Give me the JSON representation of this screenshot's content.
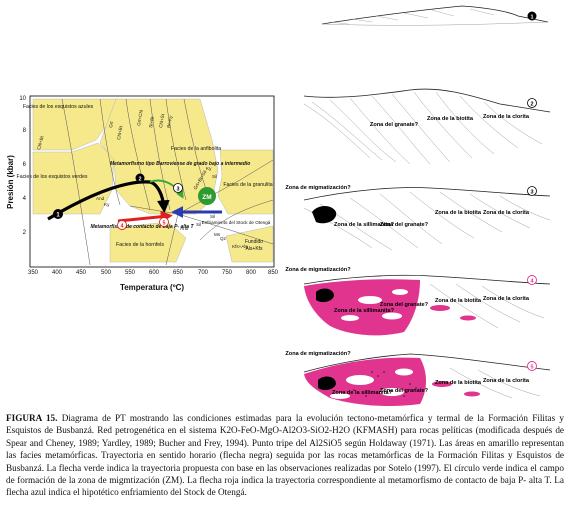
{
  "pt_diagram": {
    "axes": {
      "xlabel": "Temperatura (ºC)",
      "ylabel": "Presión (kbar)",
      "xticks": [
        "350",
        "400",
        "450",
        "500",
        "550",
        "600",
        "650",
        "700",
        "750",
        "800",
        "850"
      ],
      "yticks": [
        "2",
        "4",
        "6",
        "8",
        "10"
      ]
    },
    "facies": {
      "azules": "Facies de los esquistos azules",
      "verdes": "Facies de los esquistos verdes",
      "anfibolita": "Facies de la anfibolita",
      "granulita": "Facies de la granulita",
      "hornfels": "Facies de la hornfels"
    },
    "annotations": {
      "barroviense": "Metamorfismo tipo Barroviense de grado bajo a intermedio",
      "contacto": "Metamorfismo de contacto de baja P- alta T",
      "enfriamiento": "Enfriamiento del Stock de Otengá",
      "zm": "ZM",
      "fundido": "Fundido",
      "fundido2": "Als+Kfs"
    },
    "mineral_labels": [
      "Chl+Bt",
      "Grt",
      "Chl+Bt",
      "Grt+Chl",
      "St+Bt",
      "Chl+St",
      "Bt+Ky",
      "Ky",
      "And",
      "Sil",
      "Ky",
      "Sil",
      "Grt+Bt+Sil",
      "And",
      "Sil",
      "Ms",
      "Qz",
      "Kfs+Als"
    ],
    "markers": [
      "1",
      "2",
      "3",
      "4",
      "5"
    ],
    "colors": {
      "facies_fill": "#f5e98b",
      "path_black": "#000000",
      "path_green": "#3aa63a",
      "path_red": "#e02020",
      "path_blue": "#2a3bb0",
      "zm_fill": "#2f9a2f"
    }
  },
  "sections": [
    {
      "number": "1",
      "labels": []
    },
    {
      "number": "2",
      "labels": [
        "Zona del granate?",
        "Zona de la biotita",
        "Zona de la clorita"
      ]
    },
    {
      "number": "3",
      "labels": [
        "Zona de migmatización?",
        "Zona de la sillimanita?",
        "Zona del granate?",
        "Zona de la biotita",
        "Zona de la clorita"
      ]
    },
    {
      "number": "4",
      "labels": [
        "Zona de migmatización?",
        "Zona de la sillimanita?",
        "Zona del granate?",
        "Zona de la biotita",
        "Zona de la clorita"
      ]
    },
    {
      "number": "5",
      "labels": [
        "Zona de migmatización?",
        "Zona de la sillimanita?",
        "Zona del granate?",
        "Zona de la biotita",
        "Zona de la clorita"
      ]
    }
  ],
  "section_colors": {
    "pink": "#e0348f",
    "black": "#000000"
  },
  "caption": {
    "label": "FIGURA 15.",
    "text": "Diagrama de PT mostrando las condiciones estimadas para la evolución tectono-metamórfica y termal de la Formación Filitas y Esquistos de Busbanzá. Red petrogenética en el sistema K2O-FeO-MgO-Al2O3-SiO2-H2O (KFMASH) para rocas pelíticas (modificada después de Spear and Cheney, 1989; Yardley, 1989; Bucher and Frey, 1994). Punto tripe del Al2SiO5 según Holdaway (1971). Las áreas en amarillo representan las facies metamórficas. Trayectoria en sentido horario (flecha negra) seguida por las rocas metamórficas de la Formación Filitas y Esquistos de Busbanzá. La flecha verde indica la trayectoria propuesta con base en las observaciones realizadas por Sotelo (1997). El círculo verde indica el campo de formación de la zona de migmtización (ZM). La flecha roja indica la trayectoria correspondiente al metamorfismo de contacto de baja P- alta T. La flecha azul indica el hipotético enfriamiento del Stock de Otengá."
  }
}
